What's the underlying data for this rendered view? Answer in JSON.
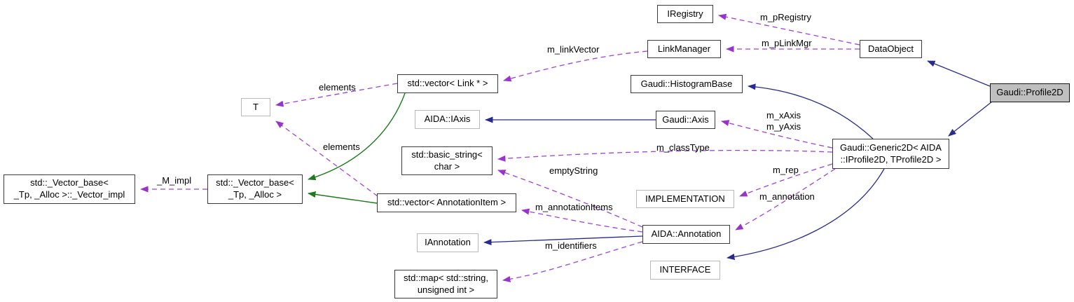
{
  "diagram": {
    "type": "doxygen-collaboration-graph",
    "colors": {
      "inheritance_line": "#272b8d",
      "usage_line": "#9d43d5",
      "template_internal_line": "#1e7a1e",
      "highlight_node_fill": "#bfbfbf",
      "node_fill": "#ffffff",
      "node_border": "#3a3a3a",
      "external_node_border": "#b9b9b9"
    },
    "nodes": {
      "iregistry": {
        "label": "IRegistry"
      },
      "linkmanager": {
        "label": "LinkManager"
      },
      "dataobject": {
        "label": "DataObject"
      },
      "profile2d": {
        "label": "Gaudi::Profile2D"
      },
      "vector_link": {
        "label": "std::vector< Link * >"
      },
      "histogrambase": {
        "label": "Gaudi::HistogramBase"
      },
      "iaxis": {
        "label": "AIDA::IAxis"
      },
      "axis": {
        "label": "Gaudi::Axis"
      },
      "generic2d": {
        "label": "Gaudi::Generic2D< AIDA\n::IProfile2D, TProfile2D >"
      },
      "t": {
        "label": "T"
      },
      "basic_string": {
        "label": "std::basic_string<\nchar >"
      },
      "implementation": {
        "label": "IMPLEMENTATION"
      },
      "vector_base_impl": {
        "label": "std::_Vector_base<\n_Tp, _Alloc >::_Vector_impl"
      },
      "vector_base": {
        "label": "std::_Vector_base<\n_Tp, _Alloc >"
      },
      "vector_annotationitem": {
        "label": "std::vector< AnnotationItem >"
      },
      "annotation": {
        "label": "AIDA::Annotation"
      },
      "iannotation": {
        "label": "IAnnotation"
      },
      "interface": {
        "label": "INTERFACE"
      },
      "map_string_uint": {
        "label": "std::map< std::string,\nunsigned int >"
      }
    },
    "edge_labels": {
      "m_pregistry": "m_pRegistry",
      "m_plinkmgr": "m_pLinkMgr",
      "m_linkvector": "m_linkVector",
      "elements_link": "elements",
      "elements_annotation": "elements",
      "m_axes": "m_xAxis\nm_yAxis",
      "m_classtype": "m_classType",
      "emptystring": "emptyString",
      "m_rep": "m_rep",
      "m_annotation": "m_annotation",
      "m_annotationitems": "m_annotationItems",
      "m_identifiers": "m_identifiers",
      "m_impl": "_M_impl"
    }
  }
}
